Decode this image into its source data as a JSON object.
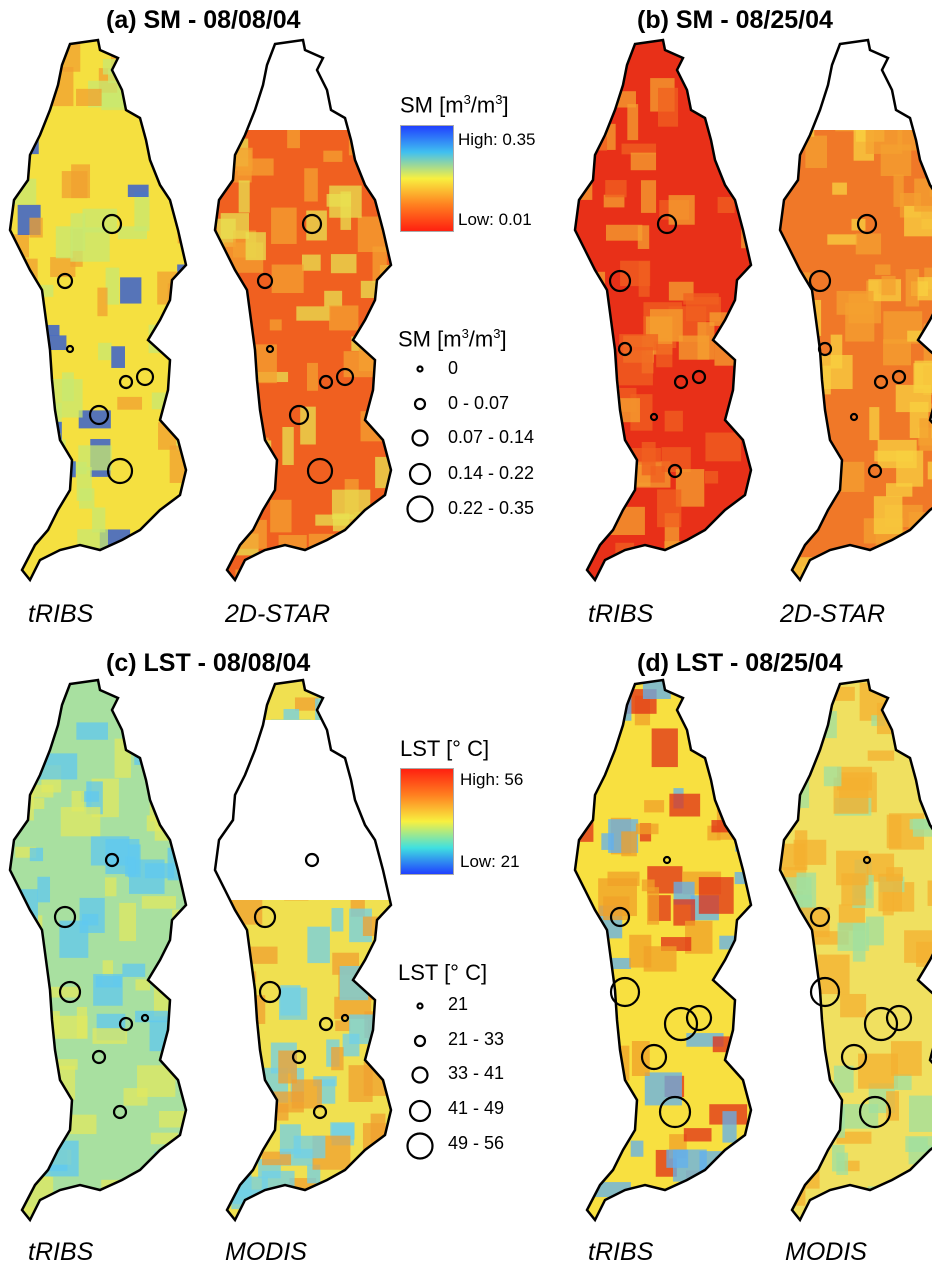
{
  "panels": [
    {
      "id": "a",
      "title": "(a) SM - 08/08/04",
      "left_label": "tRIBS",
      "right_label": "2D-STAR",
      "variable": "SM"
    },
    {
      "id": "b",
      "title": "(b) SM - 08/25/04",
      "left_label": "tRIBS",
      "right_label": "2D-STAR",
      "variable": "SM"
    },
    {
      "id": "c",
      "title": "(c) LST - 08/08/04",
      "left_label": "tRIBS",
      "right_label": "MODIS",
      "variable": "LST"
    },
    {
      "id": "d",
      "title": "(d) LST - 08/25/04",
      "left_label": "tRIBS",
      "right_label": "MODIS",
      "variable": "LST"
    }
  ],
  "legend_sm": {
    "ramp_title_base": "SM [m",
    "ramp_title_sup1": "3",
    "ramp_title_mid": "/m",
    "ramp_title_sup2": "3",
    "ramp_title_end": "]",
    "high": "High: 0.35",
    "low": "Low: 0.01",
    "colors": [
      "#2040ff",
      "#40c0f0",
      "#f8f040",
      "#ff8020",
      "#ff2010"
    ],
    "classes_title_base": "SM [m",
    "classes": [
      "0",
      "0 - 0.07",
      "0.07 - 0.14",
      "0.14 - 0.22",
      "0.22 - 0.35"
    ]
  },
  "legend_lst": {
    "ramp_title": "LST [° C]",
    "high": "High: 56",
    "low": "Low: 21",
    "colors": [
      "#ff2010",
      "#ff8020",
      "#f8f040",
      "#40e0e0",
      "#2040ff"
    ],
    "classes_title": "LST [° C]",
    "classes": [
      "21",
      "21 - 33",
      "33 - 41",
      "41 - 49",
      "49 - 56"
    ]
  },
  "map_fills": {
    "a_left": [
      "#f5e040",
      "#f0a030",
      "#c8e870",
      "#2050e0"
    ],
    "a_right": [
      "#f06020",
      "#f4a030",
      "#e8e050"
    ],
    "b_left": [
      "#e83018",
      "#f06020",
      "#f4a030"
    ],
    "b_right": [
      "#f07828",
      "#f4a030",
      "#f8d040"
    ],
    "c_left": [
      "#a8e0a0",
      "#60c8f0",
      "#e0e860"
    ],
    "c_right": [
      "#f0e050",
      "#70d0e8",
      "#f0a030"
    ],
    "d_left": [
      "#f8e040",
      "#f0a028",
      "#60b0f0",
      "#e03018"
    ],
    "d_right": [
      "#f0e060",
      "#a0e0a0",
      "#f4b030"
    ]
  }
}
